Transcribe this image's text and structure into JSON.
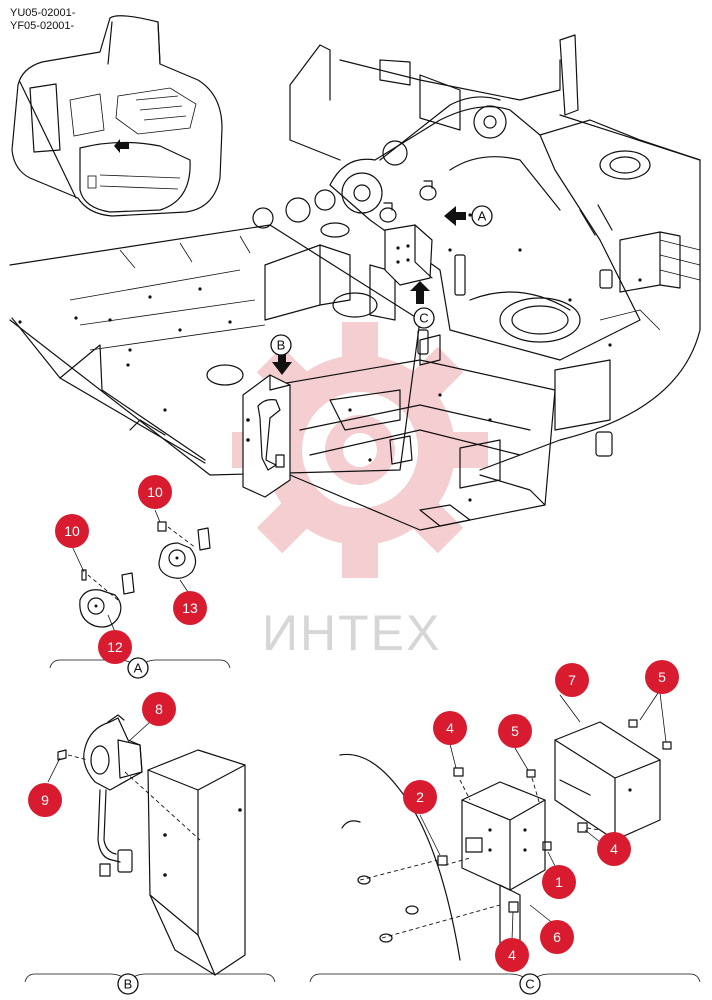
{
  "header": {
    "line1": "YU05-02001-",
    "line2": "YF05-02001-"
  },
  "watermark": {
    "text": "ИНТЕХ"
  },
  "views": {
    "a": "A",
    "b": "B",
    "c": "C"
  },
  "callouts": {
    "c1": "1",
    "c2": "2",
    "c4a": "4",
    "c4b": "4",
    "c4c": "4",
    "c5a": "5",
    "c5b": "5",
    "c6": "6",
    "c7": "7",
    "c8": "8",
    "c9": "9",
    "c10a": "10",
    "c10b": "10",
    "c12": "12",
    "c13": "13"
  },
  "colors": {
    "callout": "#d81b2e",
    "line": "#111111",
    "watermark": "#f3c2c6"
  }
}
